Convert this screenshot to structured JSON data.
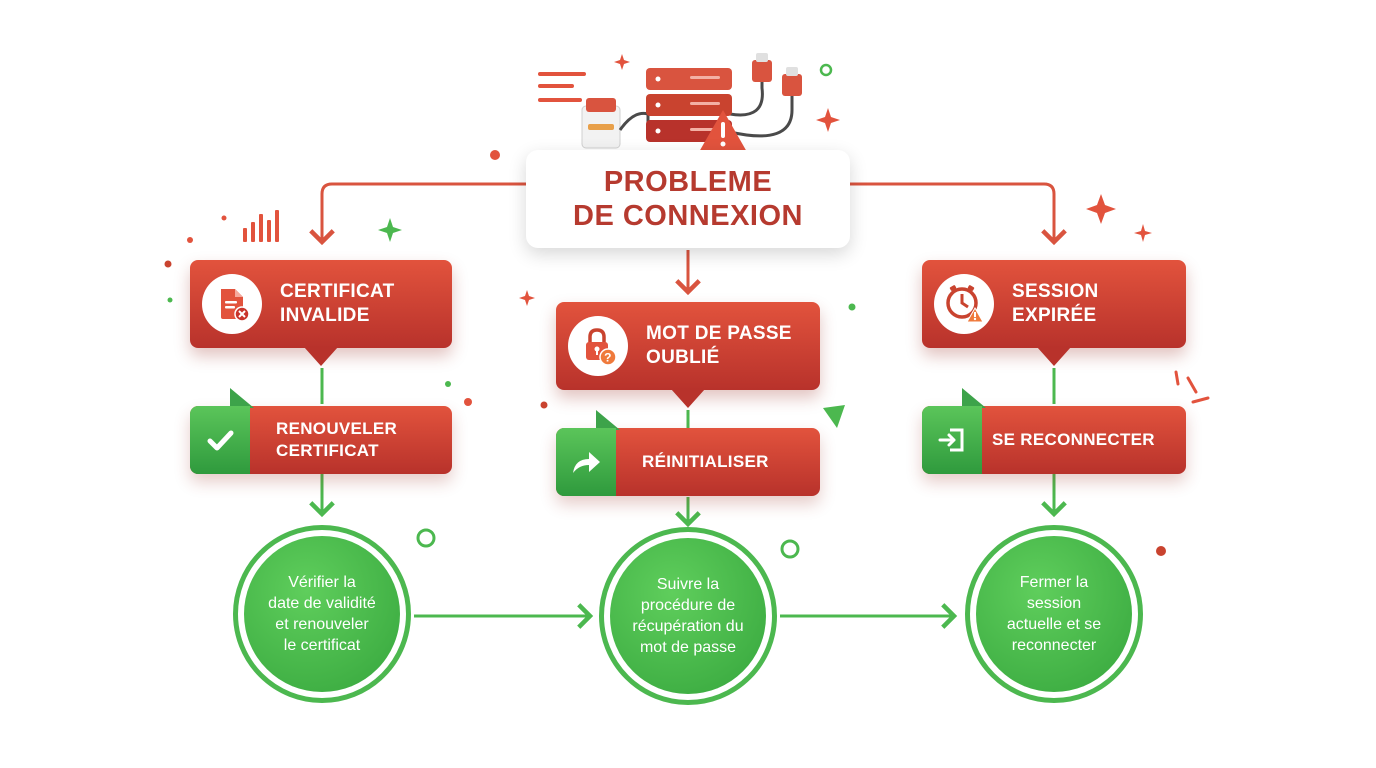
{
  "title": {
    "line1": "PROBLEME",
    "line2": "DE CONNEXION"
  },
  "columns": [
    {
      "problem": {
        "lines": [
          "CERTIFICAT",
          "INVALIDE"
        ],
        "icon": "document-error-icon"
      },
      "action": {
        "lines": [
          "RENOUVELER",
          "CERTIFICAT"
        ],
        "icon": "checkmark-icon"
      },
      "result": {
        "lines": [
          "Vérifier la",
          "date de validité",
          "et renouveler",
          "le certificat"
        ]
      }
    },
    {
      "problem": {
        "lines": [
          "MOT DE PASSE",
          "OUBLIÉ"
        ],
        "icon": "padlock-question-icon"
      },
      "action": {
        "lines": [
          "RÉINITIALISER"
        ],
        "icon": "forward-arrow-icon"
      },
      "result": {
        "lines": [
          "Suivre la",
          "procédure de",
          "récupération du",
          "mot de passe"
        ]
      }
    },
    {
      "problem": {
        "lines": [
          "SESSION",
          "EXPIRÉE"
        ],
        "icon": "clock-warning-icon"
      },
      "action": {
        "lines": [
          "SE RECONNECTER"
        ],
        "icon": "sign-in-icon"
      },
      "result": {
        "lines": [
          "Fermer la",
          "session",
          "actuelle et se",
          "reconnecter"
        ]
      }
    }
  ],
  "colors": {
    "red_top": "#e2533d",
    "red_bottom": "#b8322b",
    "green": "#4cb84f",
    "title_red": "#b63a2f"
  },
  "header_icon": "server-warning-icon"
}
